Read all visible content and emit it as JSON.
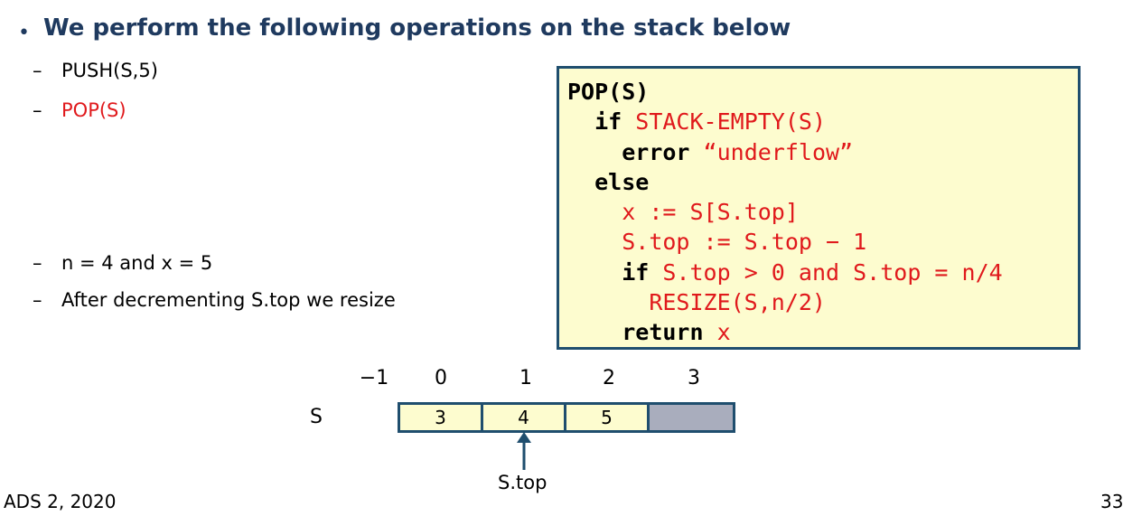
{
  "slide": {
    "bullet": "We perform the following operations on the stack below",
    "operations": [
      "PUSH(S,5)",
      "POP(S)"
    ],
    "notes": [
      "n = 4 and x = 5",
      "After decrementing S.top we resize"
    ],
    "dash": "–",
    "bullet_glyph": "•"
  },
  "code": {
    "header": "POP(S)",
    "kw_if": "if",
    "cond1": "STACK-EMPTY(S)",
    "kw_error": "error",
    "err_msg": "“underflow”",
    "kw_else": "else",
    "assign_x": "x := S[S.top]",
    "decr": "S.top := S.top − 1",
    "cond2": "S.top > 0 and S.top = n/4",
    "resize": "RESIZE(S,n/2)",
    "kw_return": "return",
    "ret_val": "x"
  },
  "array": {
    "label": "S",
    "indices": [
      "−1",
      "0",
      "1",
      "2",
      "3"
    ],
    "cells": [
      "3",
      "4",
      "5",
      ""
    ],
    "pointer_label": "S.top",
    "pointer_index": 1,
    "cell_fill": "#fdfccf",
    "empty_fill": "#a9adbd"
  },
  "footer": {
    "course": "ADS 2, 2020",
    "page": "33"
  },
  "colors": {
    "heading": "#1f3a5f",
    "highlight_red": "#e0191c",
    "box_border": "#1f4e6e",
    "box_fill": "#fdfccf"
  }
}
